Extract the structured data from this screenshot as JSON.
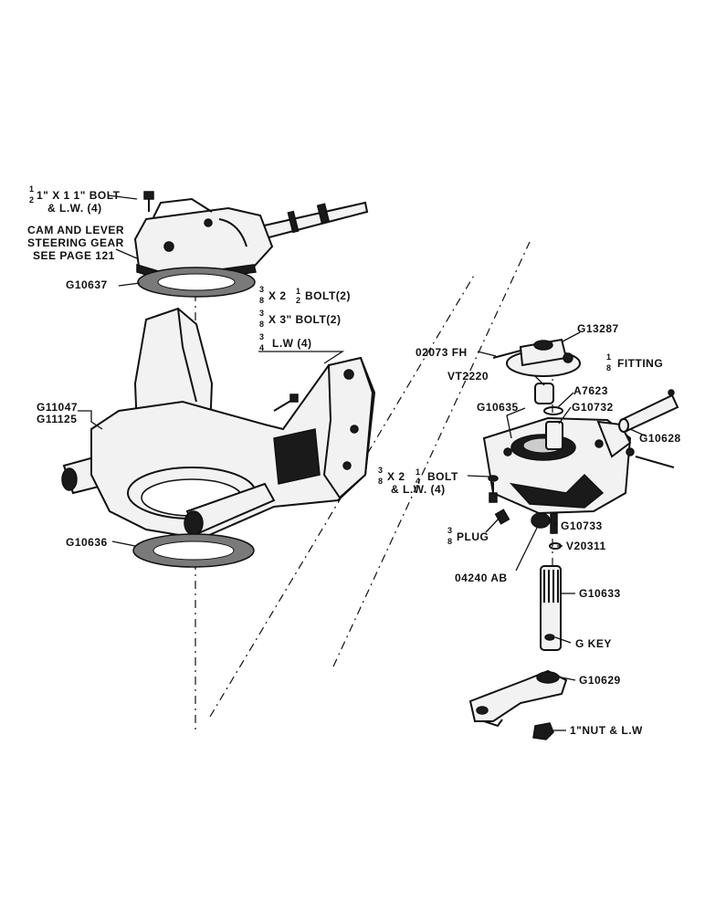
{
  "diagram": {
    "labels": {
      "bolt_half_top": "1\" X 1 1\" BOLT",
      "bolt_half_frac_a": "1",
      "bolt_half_frac_b": "2",
      "bolt_half_lw": "& L.W. (4)",
      "cam_lever_1": "CAM AND LEVER",
      "cam_lever_2": "STEERING GEAR",
      "cam_lever_3": "SEE PAGE 121",
      "g10637": "G10637",
      "bolt_2_5": "X 2",
      "bolt_2_5_tail": "BOLT(2)",
      "bolt_3": "X 3\" BOLT(2)",
      "lw_4": "L.W (4)",
      "frac_3": "3",
      "frac_8": "8",
      "frac_4": "4",
      "frac_2": "2",
      "frac_1": "1",
      "g11047": "G11047",
      "g11125": "G11125",
      "g10636": "G10636",
      "o2073fh": "02073 FH",
      "g13287": "G13287",
      "fitting": "FITTING",
      "vt2220": "VT2220",
      "a7623": "A7623",
      "g10635": "G10635",
      "g10732": "G10732",
      "g10628": "G10628",
      "bolt_2_25": "X 2",
      "bolt_2_25_tail": "BOLT",
      "bolt_2_25_lw": "& L.W. (4)",
      "plug": "PLUG",
      "g10733": "G10733",
      "v20311": "V20311",
      "o4240ab": "04240 AB",
      "g10633": "G10633",
      "gkey": "G KEY",
      "g10629": "G10629",
      "nut": "1\"NUT & L.W"
    }
  }
}
